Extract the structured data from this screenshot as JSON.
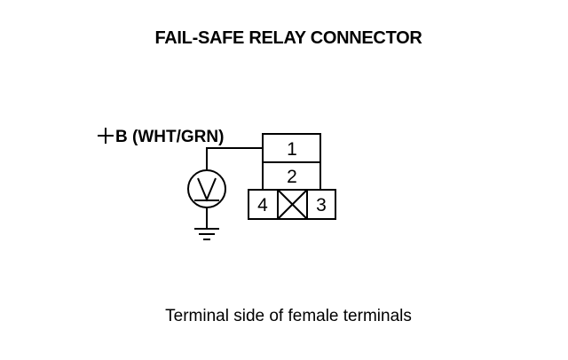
{
  "title": "FAIL-SAFE RELAY CONNECTOR",
  "supply_label": {
    "symbol": "+",
    "text": "B (WHT/GRN)"
  },
  "meter": {
    "symbol": "V",
    "icon": "voltmeter-icon"
  },
  "ground": {
    "icon": "ground-icon"
  },
  "connector": {
    "pins": {
      "pin1": "1",
      "pin2": "2",
      "pin3": "3",
      "pin4": "4"
    },
    "blank_cavity_icon": "crossed-box-icon"
  },
  "caption": "Terminal side of female terminals"
}
